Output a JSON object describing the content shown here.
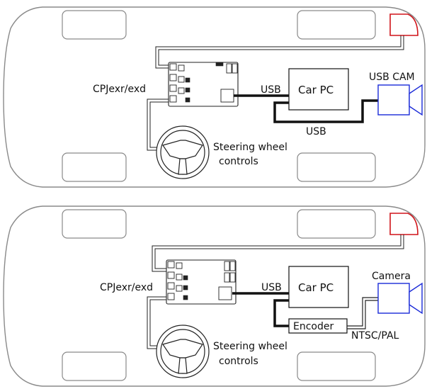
{
  "panels": [
    {
      "controller_label": "CPJexr/exd",
      "steering_label_line1": "Steering wheel",
      "steering_label_line2": "controls",
      "usb_label_left": "USB",
      "car_pc_label": "Car PC",
      "camera_label": "USB CAM",
      "usb_label_bottom": "USB"
    },
    {
      "controller_label": "CPJexr/exd",
      "steering_label_line1": "Steering wheel",
      "steering_label_line2": "controls",
      "usb_label_left": "USB",
      "car_pc_label": "Car PC",
      "camera_label": "Camera",
      "encoder_label": "Encoder",
      "ntsc_label": "NTSC/PAL"
    }
  ],
  "colors": {
    "rear_camera": "#d0141a",
    "front_camera": "#1a2ad8",
    "car_outline": "#8a8a8a",
    "wiring": "#111111"
  }
}
